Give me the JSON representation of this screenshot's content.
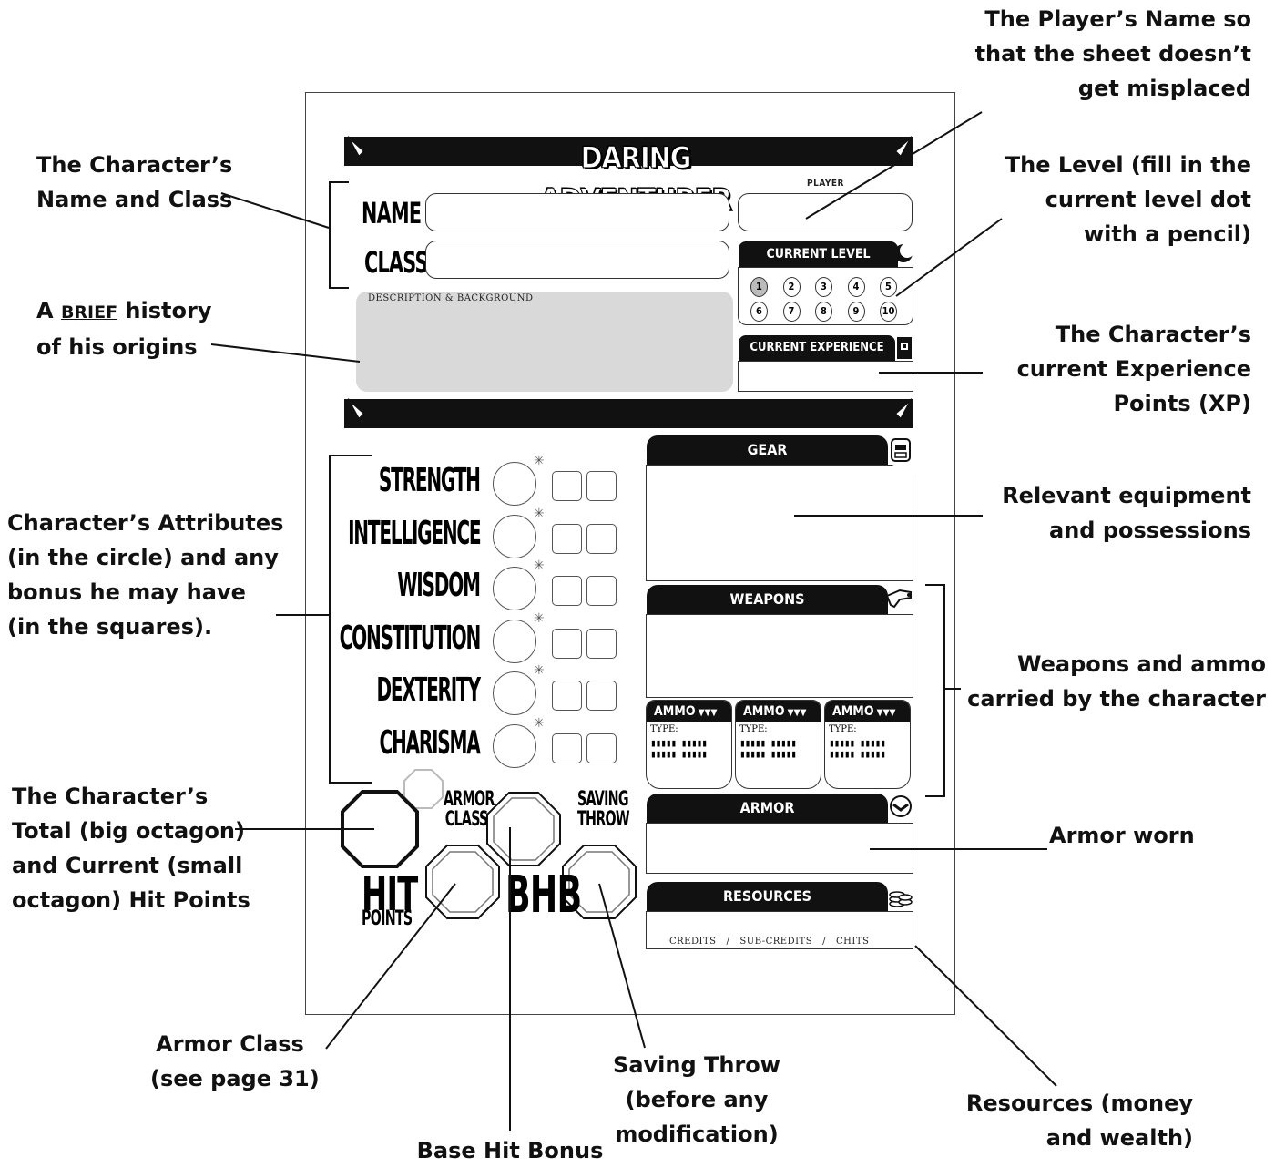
{
  "sheet": {
    "title": "DARING ADVENTURER",
    "player_label": "PLAYER",
    "name_label": "NAME",
    "class_label": "CLASS",
    "current_level_label": "CURRENT LEVEL",
    "levels": [
      "1",
      "2",
      "3",
      "4",
      "5",
      "6",
      "7",
      "8",
      "9",
      "10"
    ],
    "description_label": "DESCRIPTION & BACKGROUND",
    "current_experience_label": "CURRENT EXPERIENCE",
    "attributes": [
      "STRENGTH",
      "INTELLIGENCE",
      "WISDOM",
      "CONSTITUTION",
      "DEXTERITY",
      "CHARISMA"
    ],
    "gear_label": "GEAR",
    "weapons_label": "WEAPONS",
    "ammo_label": "AMMO",
    "ammo_type_label": "TYPE:",
    "armor_label": "ARMOR",
    "resources_label": "RESOURCES",
    "credits_line": "CREDITS   /   SUB-CREDITS   /   CHITS",
    "armor_class_label": "ARMOR CLASS",
    "saving_throw_label": "SAVING THROW",
    "hit_label": "HIT",
    "points_label": "POINTS",
    "bhb_label": "BHB"
  },
  "callouts": {
    "player_name": [
      "The Player’s Name so",
      "that the sheet doesn’t",
      "get misplaced"
    ],
    "name_class": [
      "The Character’s",
      "Name and Class"
    ],
    "level": [
      "The Level (fill in the",
      "current level dot",
      "with a pencil)"
    ],
    "history_prefix": "A ",
    "history_brief": "BRIEF",
    "history_suffix": " history",
    "history_line2": "of his origins",
    "experience": [
      "The Character’s",
      "current Experience",
      "Points (XP)"
    ],
    "attributes": [
      "Character’s Attributes",
      "(in the circle) and any",
      "bonus he may have",
      "(in the squares)."
    ],
    "equipment": [
      "Relevant equipment",
      "and possessions"
    ],
    "weapons": [
      "Weapons and ammo",
      "carried by the character"
    ],
    "hit_points": [
      "The Character’s",
      "Total (big octagon)",
      "and Current (small",
      "octagon) Hit Points"
    ],
    "armor_worn": "Armor worn",
    "armor_class": [
      "Armor Class",
      "(see page 31)"
    ],
    "saving_throw": [
      "Saving Throw",
      "(before any",
      "modification)"
    ],
    "resources": [
      "Resources (money",
      "and wealth)"
    ],
    "base_hit_bonus": "Base Hit Bonus"
  }
}
